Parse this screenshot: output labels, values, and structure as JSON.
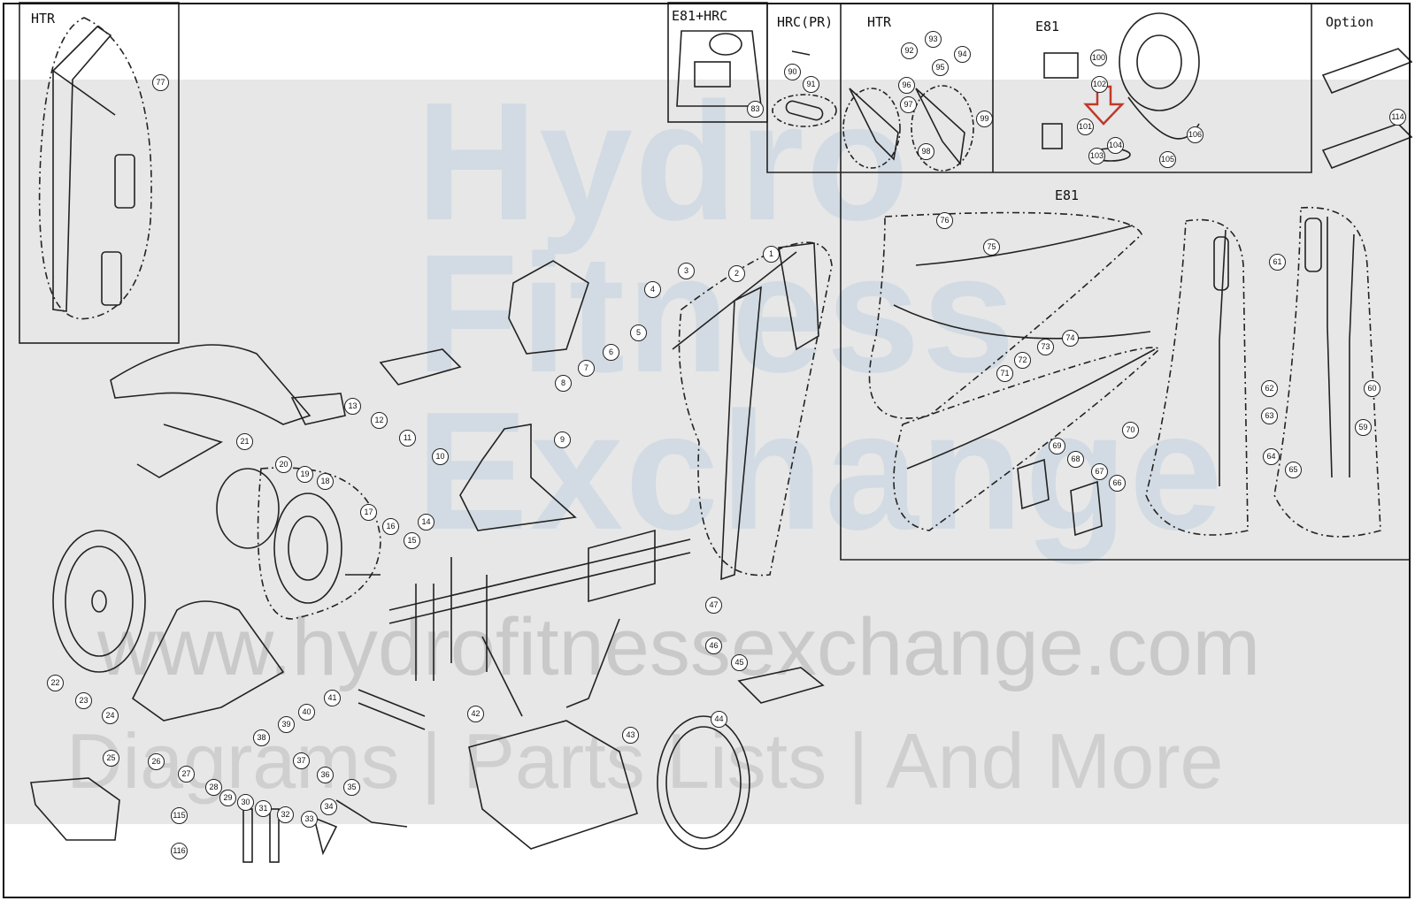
{
  "panels": {
    "htr_left": "HTR",
    "e81_hrc": "E81+HRC",
    "hrc_pr": "HRC(PR)",
    "htr_top": "HTR",
    "e81_top": "E81",
    "option": "Option",
    "e81_main": "E81"
  },
  "watermark": {
    "line1": "Hydro",
    "line2": "Fitness",
    "line3": "Exchange",
    "url": "www.hydrofitnessexchange.com",
    "tagline": "Diagrams | Parts Lists | And More"
  },
  "callouts": [
    "1",
    "2",
    "3",
    "4",
    "5",
    "6",
    "7",
    "8",
    "9",
    "10",
    "11",
    "12",
    "13",
    "14",
    "15",
    "16",
    "17",
    "18",
    "19",
    "20",
    "21",
    "22",
    "23",
    "24",
    "25",
    "26",
    "27",
    "28",
    "29",
    "30",
    "31",
    "32",
    "33",
    "34",
    "35",
    "36",
    "37",
    "38",
    "39",
    "40",
    "41",
    "42",
    "43",
    "44",
    "45",
    "46",
    "47",
    "59",
    "60",
    "61",
    "62",
    "63",
    "64",
    "65",
    "66",
    "67",
    "68",
    "69",
    "70",
    "71",
    "72",
    "73",
    "74",
    "75",
    "76",
    "77",
    "83",
    "90",
    "91",
    "92",
    "93",
    "94",
    "95",
    "96",
    "97",
    "98",
    "99",
    "100",
    "101",
    "102",
    "103",
    "104",
    "105",
    "106",
    "114",
    "115",
    "116"
  ],
  "colors": {
    "highlight_arrow": "#c0392b",
    "line": "#222222",
    "watermark_band": "#e3e3e3"
  }
}
